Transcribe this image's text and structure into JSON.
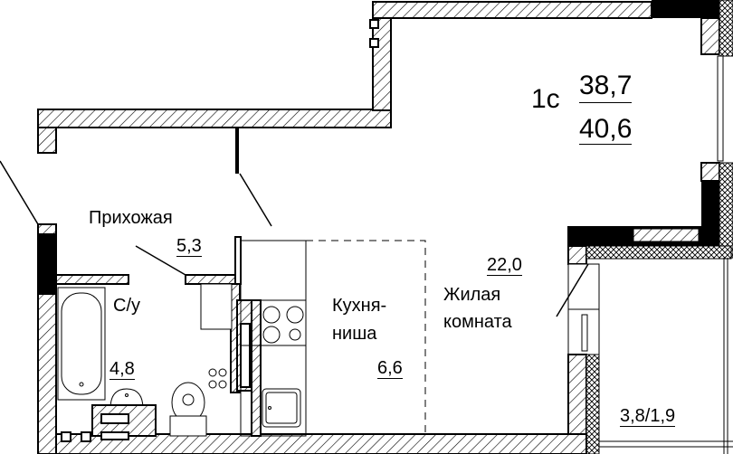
{
  "apartment": {
    "type": "1с",
    "living_area": "38,7",
    "total_area": "40,6"
  },
  "rooms": [
    {
      "name": "Прихожая",
      "area": "5,3"
    },
    {
      "name": "С/у",
      "area": "4,8"
    },
    {
      "name_line1": "Кухня-",
      "name_line2": "ниша",
      "area": "6,6"
    },
    {
      "name_line1": "Жилая",
      "name_line2": "комната",
      "area": "22,0"
    }
  ],
  "balcony": {
    "area": "3,8/1,9"
  },
  "colors": {
    "wall": "#000000",
    "hatch": "#000000",
    "background": "#ffffff"
  }
}
